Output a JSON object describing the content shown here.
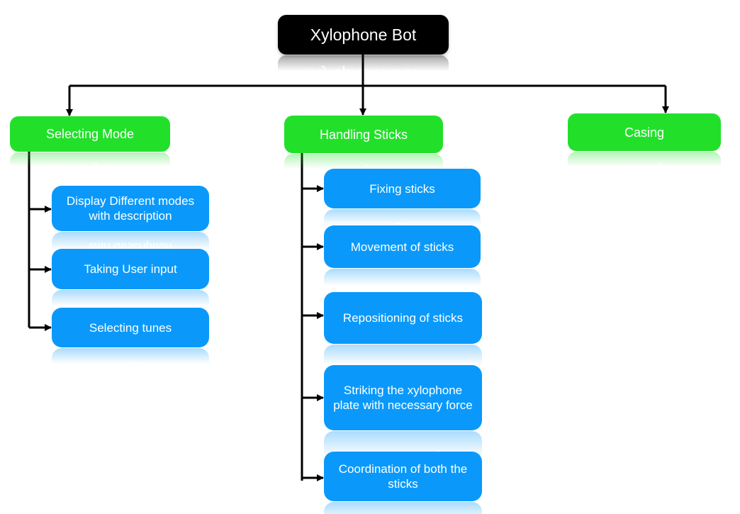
{
  "diagram": {
    "root": {
      "label": "Xylophone Bot"
    },
    "branches": [
      {
        "label": "Selecting Mode",
        "children": [
          {
            "label": "Display Different modes with description"
          },
          {
            "label": "Taking User input"
          },
          {
            "label": "Selecting tunes"
          }
        ]
      },
      {
        "label": "Handling Sticks",
        "children": [
          {
            "label": "Fixing sticks"
          },
          {
            "label": "Movement of sticks"
          },
          {
            "label": "Repositioning of sticks"
          },
          {
            "label": "Striking the xylophone plate with necessary force"
          },
          {
            "label": "Coordination of both the sticks"
          }
        ]
      },
      {
        "label": "Casing",
        "children": []
      }
    ]
  },
  "colors": {
    "root_fill": "#000000",
    "branch_fill": "#22e02a",
    "leaf_fill": "#0a99fb",
    "connector": "#000000",
    "text": "#ffffff"
  }
}
